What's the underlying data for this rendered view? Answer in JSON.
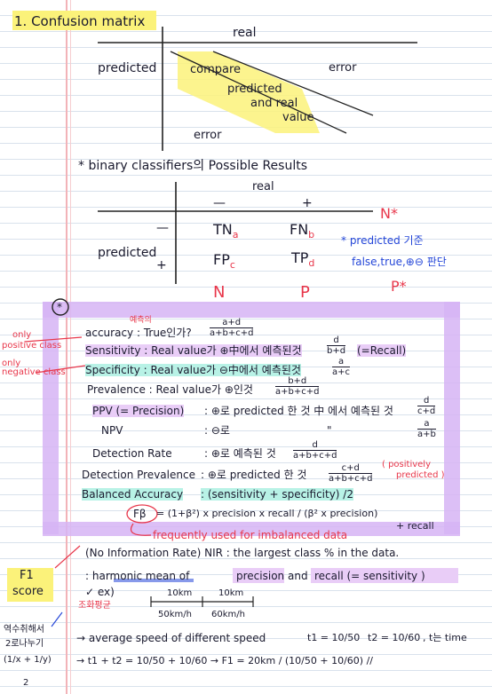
{
  "title": "1. Confusion matrix",
  "matrix1": {
    "real": "real",
    "predicted": "predicted",
    "compare": "compare",
    "predicted_and_real_value": [
      "predicted",
      "and real",
      "value"
    ],
    "error_top": "error",
    "error_bottom": "error"
  },
  "binary_heading": "* binary classifiers의 Possible Results",
  "matrix2": {
    "real": "real",
    "predicted": "predicted",
    "col_minus": "—",
    "col_plus": "+",
    "row_minus": "—",
    "row_plus": "+",
    "tn": "TN",
    "tn_sub": "a",
    "fn": "FN",
    "fn_sub": "b",
    "fp": "FP",
    "fp_sub": "c",
    "tp": "TP",
    "tp_sub": "d",
    "n_star": "N*",
    "n": "N",
    "p": "P",
    "p_star": "P*"
  },
  "note_predicted": "* predicted 기준",
  "note_false_true": "false,true,⊕⊖ 판단",
  "circle_star": "*",
  "side_notes": {
    "only_positive": [
      "only",
      "positive class"
    ],
    "only_negative": [
      "only",
      "negative class"
    ]
  },
  "accuracy": {
    "label": "accuracy : True인가?",
    "small": "예측의",
    "num": "a+d",
    "den": "a+b+c+d"
  },
  "sensitivity": {
    "label": "Sensitivity : Real value가 ⊕中에서 예측된것",
    "num": "d",
    "den": "b+d",
    "note": "(=Recall)"
  },
  "specificity": {
    "label": "Specificity : Real value가 ⊖中에서 예측된것",
    "num": "a",
    "den": "a+c"
  },
  "prevalence": {
    "label": "Prevalence : Real value가 ⊕인것",
    "num": "b+d",
    "den": "a+b+c+d"
  },
  "ppv": {
    "label": "PPV (= Precision)",
    "rest": ": ⊕로 predicted 한 것 中 에서 예측된 것",
    "num": "d",
    "den": "c+d"
  },
  "npv": {
    "label": "NPV",
    "rest": ": ⊖로",
    "ditto": "\"",
    "num": "a",
    "den": "a+b"
  },
  "detection_rate": {
    "label": "Detection Rate",
    "rest": ": ⊕로 예측된 것",
    "num": "d",
    "den": "a+b+c+d"
  },
  "detection_prevalence": {
    "label": "Detection Prevalence",
    "rest": ": ⊕로 predicted 한 것",
    "num": "c+d",
    "den": "a+b+c+d",
    "note": [
      "( positively",
      "predicted )"
    ]
  },
  "balanced_accuracy": {
    "label": "Balanced Accuracy",
    "rest": ": (sensitivity + specificity) /2"
  },
  "fbeta": {
    "label": "Fβ",
    "formula": "= (1+β²) x precision x recall  /  (β² x precision)",
    "formula2": "+ recall",
    "note": "frequently used for imbalanced data"
  },
  "nir": {
    "label": "(No Information Rate) NIR : the largest class % in the data."
  },
  "f1": {
    "label": [
      "F1",
      "score"
    ],
    "text": ": harmonic mean of",
    "precision": "precision",
    "and": "and",
    "recall": "recall (= sensitivity )",
    "ex": "✓ ex)",
    "korean_example": "조화평균",
    "d1": "10km",
    "d2": "10km",
    "s1": "50km/h",
    "s2": "60km/h",
    "side_note": [
      "역수취해서",
      "2로나누기",
      "(1/x + 1/y)",
      "2"
    ],
    "line1": "→ average speed of different speed",
    "t1": "t1 = 10/50",
    "t2": "t2 = 10/60",
    "t_note": ", t는 time",
    "line2": "→ t1 + t2 = 10/50 + 10/60  →  F1 = 20km / (10/50 + 10/60) //"
  }
}
